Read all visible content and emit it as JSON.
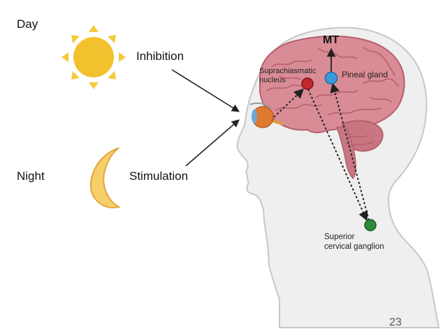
{
  "labels": {
    "day": "Day",
    "night": "Night",
    "inhibition": "Inhibition",
    "stimulation": "Stimulation",
    "mt": "MT",
    "scn_line1": "Suprachiasmatic",
    "scn_line2": "nucleus",
    "pineal": "Pineal gland",
    "scg_line1": "Superior",
    "scg_line2": "cervical ganglion",
    "page_number": "23"
  },
  "colors": {
    "sun": "#f2c12e",
    "sun_rays": "#f5c93a",
    "moon": "#f7cf6a",
    "moon_edge": "#e2a43a",
    "brain": "#d98c96",
    "brain_dark": "#b65f6d",
    "head_fill": "#efefef",
    "head_stroke": "#c7c7c7",
    "eye_iris": "#e07a2f",
    "scn_node": "#c0282d",
    "pineal_node": "#3a9ad9",
    "scg_node": "#2e8b3e",
    "arrow": "#222222"
  },
  "icons": [
    "sun-icon",
    "moon-icon",
    "eye-icon",
    "brain-icon",
    "head-silhouette-icon"
  ]
}
